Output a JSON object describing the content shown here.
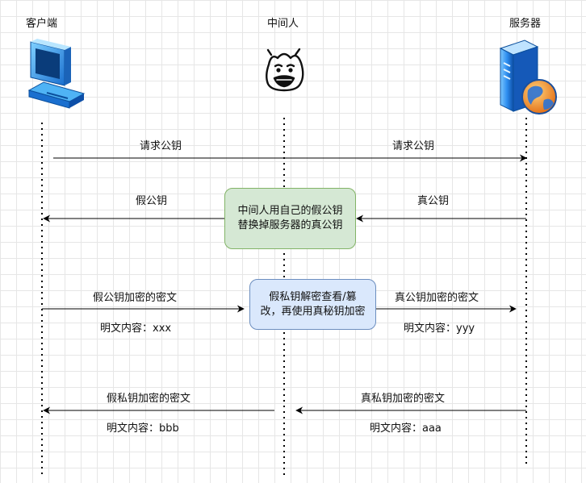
{
  "actors": {
    "client": {
      "label": "客户端",
      "icon": "desktop-computer-icon"
    },
    "mitm": {
      "label": "中间人",
      "icon": "troll-face-icon"
    },
    "server": {
      "label": "服务器",
      "icon": "web-server-icon"
    }
  },
  "messages": {
    "req_pubkey_1": "请求公钥",
    "req_pubkey_2": "请求公钥",
    "fake_pubkey": "假公钥",
    "real_pubkey": "真公钥",
    "fake_pub_cipher": "假公钥加密的密文",
    "plain_xxx": "明文内容：xxx",
    "real_pub_cipher": "真公钥加密的密文",
    "plain_yyy": "明文内容：yyy",
    "fake_priv_cipher": "假私钥加密的密文",
    "plain_bbb": "明文内容：bbb",
    "real_priv_cipher": "真私钥加密的密文",
    "plain_aaa": "明文内容：aaa"
  },
  "notes": {
    "replace_line1": "中间人用自己的假公钥",
    "replace_line2": "替换掉服务器的真公钥",
    "decrypt_line1": "假私钥解密查看/篡",
    "decrypt_line2": "改，再使用真秘钥加密"
  },
  "colors": {
    "green_fill": "#d5e8d4",
    "green_stroke": "#82b366",
    "blue_fill": "#dae8fc",
    "blue_stroke": "#6c8ebf"
  }
}
